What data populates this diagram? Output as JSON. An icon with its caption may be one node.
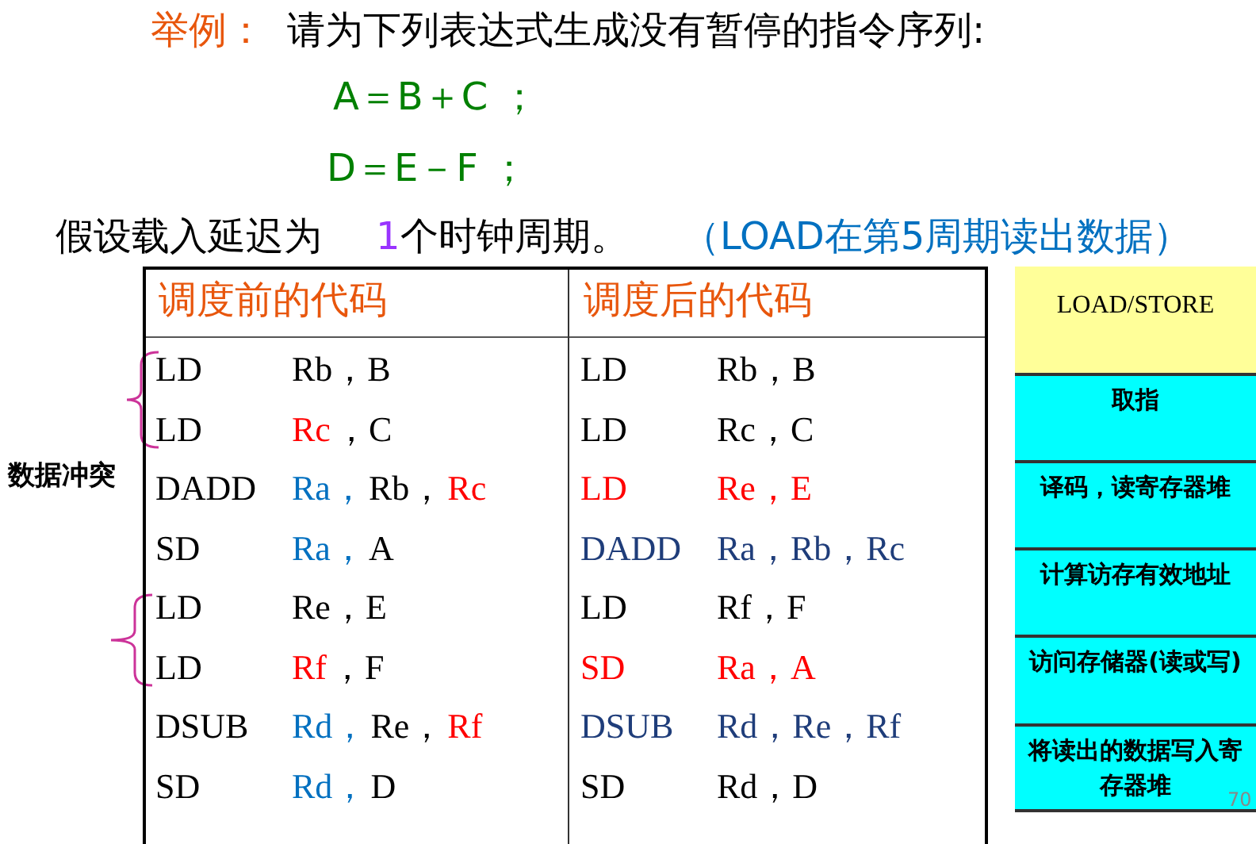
{
  "diagram": {
    "nodes": [
      {
        "text": [
          "LOAD/STORE"
        ]
      },
      {
        "text": [
          "取指"
        ]
      },
      {
        "text": [
          "译码，读寄存器堆"
        ]
      },
      {
        "text": [
          "计算访存有效地址"
        ]
      },
      {
        "text": [
          "访问存储器(读或写)"
        ]
      },
      {
        "text": [
          "将读出的数据写入寄存器堆"
        ]
      }
    ],
    "labels": [
      "举例：",
      "请为下列表达式生成没有暂停的指令序列:",
      "A＝B＋C ；",
      "D＝E－F ；",
      "假设载入延迟为",
      "1",
      "个时钟周期。",
      "（LOAD在第5周期读出数据）",
      "数据冲突",
      "调度前的代码",
      "调度后的代码",
      "LD",
      "Rb，B",
      "LD",
      "Rb，B",
      "LD",
      "Rc",
      "，C",
      "LD",
      "Rc，C",
      "DADD",
      "Ra，",
      "Rb，",
      "Rc",
      "LD",
      "Re，E",
      "SD",
      "Ra，",
      "A",
      "DADD",
      "Ra，Rb，Rc",
      "LD",
      "Re，E",
      "LD",
      "Rf，F",
      "LD",
      "Rf",
      "，F",
      "SD",
      "Ra，A",
      "DSUB",
      "Rd，",
      "Re，",
      "Rf",
      "DSUB",
      "Rd，Re，Rf",
      "SD",
      "Rd，",
      "D",
      "SD",
      "Rd，D",
      "70"
    ]
  }
}
